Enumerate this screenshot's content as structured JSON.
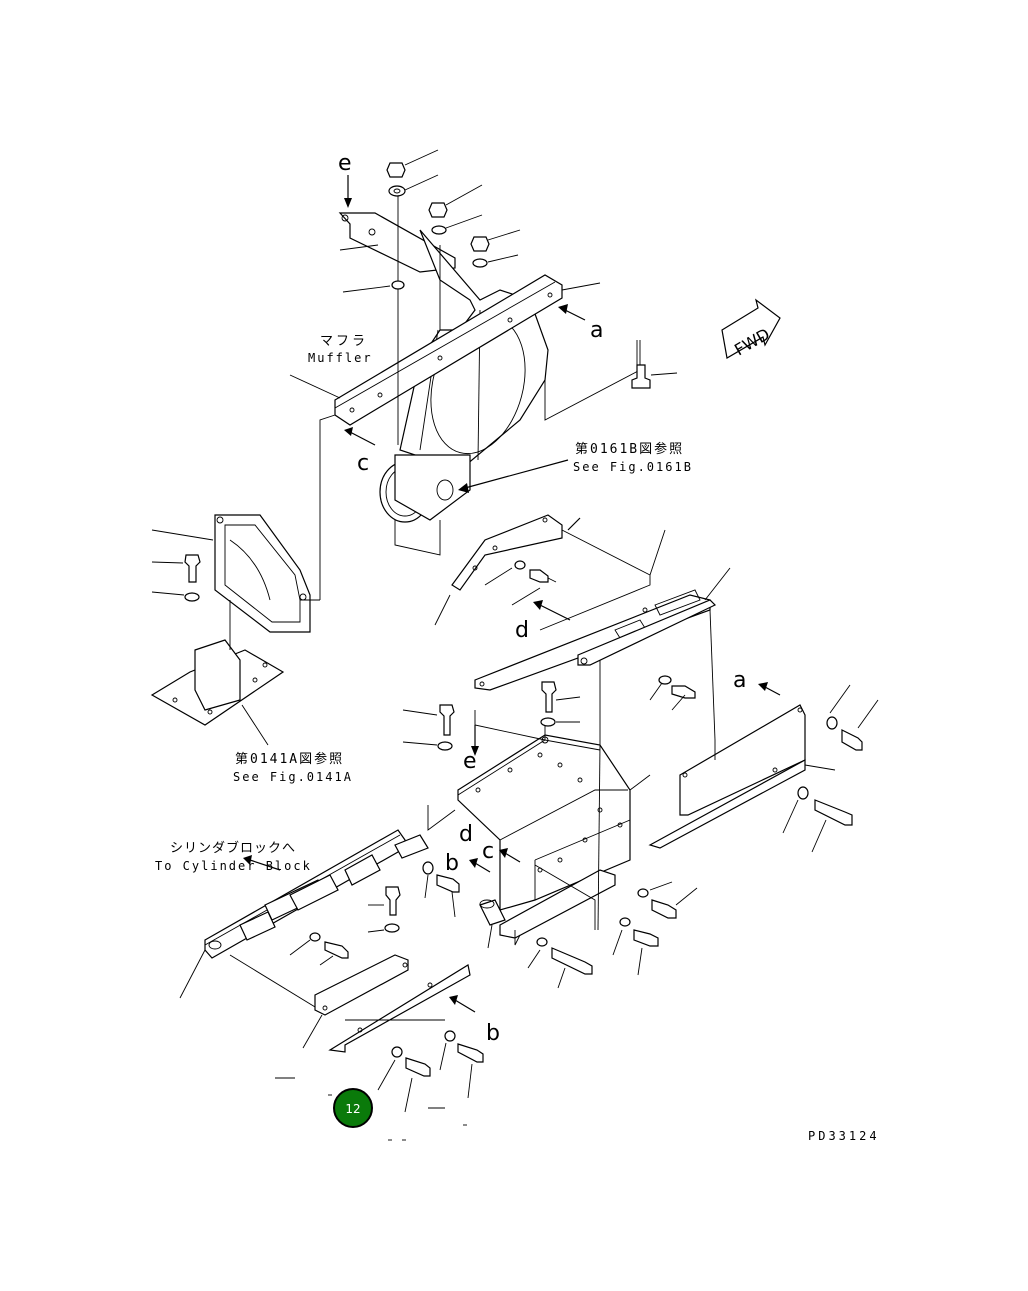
{
  "labels": {
    "muffler_jp": "マフラ",
    "muffler_en": "Muffler",
    "see_0161b_jp": "第0161B図参照",
    "see_0161b_en": "See Fig.0161B",
    "see_0141a_jp": "第0141A図参照",
    "see_0141a_en": "See Fig.0141A",
    "cylinder_jp": "シリンダブロックへ",
    "cylinder_en": "To Cylinder Block",
    "fwd": "FWD",
    "drawing_no": "PD33124"
  },
  "arrows": {
    "a": "a",
    "b": "b",
    "c": "c",
    "d": "d",
    "e": "e"
  },
  "callout": {
    "number": "12",
    "color": "#0a7a0a"
  }
}
